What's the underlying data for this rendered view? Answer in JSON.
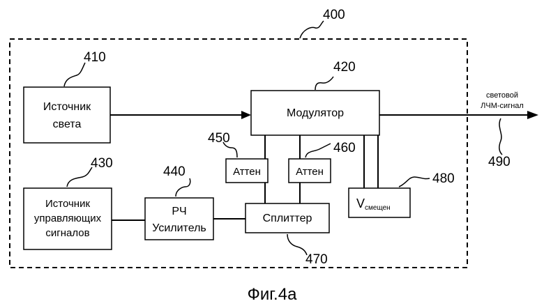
{
  "diagram": {
    "figure_caption": "Фиг.4а",
    "blocks": {
      "light_source": {
        "label_lines": [
          "Источник",
          "света"
        ],
        "ref": "410"
      },
      "modulator": {
        "label": "Модулятор",
        "ref": "420"
      },
      "control_source": {
        "label_lines": [
          "Источник",
          "управляющих",
          "сигналов"
        ],
        "ref": "430"
      },
      "rf_amplifier": {
        "label_lines": [
          "РЧ",
          "Усилитель"
        ],
        "ref": "440"
      },
      "atten_left": {
        "label": "Аттен",
        "ref": "450"
      },
      "atten_right": {
        "label": "Аттен",
        "ref": "460"
      },
      "splitter": {
        "label": "Сплиттер",
        "ref": "470"
      },
      "bias_voltage": {
        "label_main": "V",
        "label_sub": "смещен",
        "ref": "480"
      }
    },
    "enclosure_ref": "400",
    "output": {
      "label_lines": [
        "световой",
        "ЛЧМ-сигнал"
      ],
      "ref": "490"
    }
  }
}
